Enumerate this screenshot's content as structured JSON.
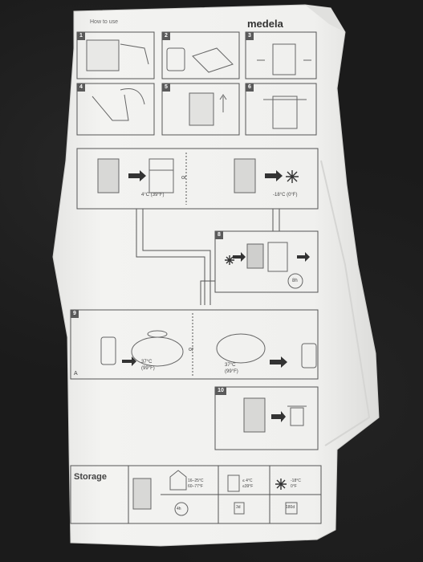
{
  "brand": "medela",
  "header_text": "How to use",
  "steps": [
    "1",
    "2",
    "3",
    "4",
    "5",
    "6",
    "8",
    "9",
    "10"
  ],
  "temps": {
    "fridge": "4°C (39°F)",
    "freezer": "-18°C (0°F)",
    "warm_left": "37°C",
    "warm_left_f": "(99°F)",
    "warm_right": "37°C",
    "warm_right_f": "(99°F)"
  },
  "or_label": "or",
  "or_label_2": "or",
  "thaw_time": "8h",
  "section_a_left": "A",
  "storage": {
    "title": "Storage",
    "room_temp": "16–25°C",
    "room_temp_f": "60–77°F",
    "room_time": "4h",
    "fridge_temp": "≤ 4°C",
    "fridge_temp_f": "≤39°F",
    "fridge_time": "3d",
    "freezer_temp": "-18°C",
    "freezer_temp_f": "0°F",
    "freezer_time": "180d"
  },
  "colors": {
    "bag": "#f1f1ef",
    "line": "#555555",
    "background": "#1b1b1b"
  }
}
